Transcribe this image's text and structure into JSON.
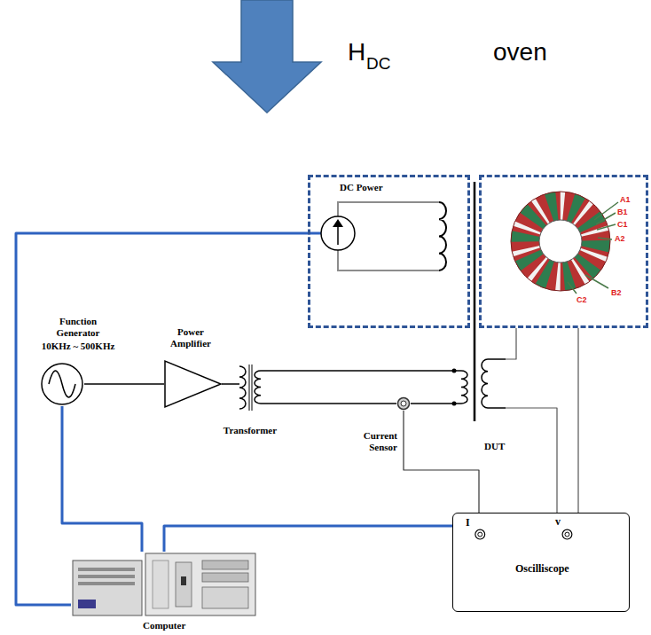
{
  "diagram": {
    "nodes": [
      {
        "text": [
          "DC Power"
        ]
      },
      {
        "text": [
          "oven"
        ]
      },
      {
        "text": [
          "Function Generator",
          "10KHz ~ 500KHz"
        ]
      },
      {
        "text": [
          "Power Amplifier"
        ]
      },
      {
        "text": [
          "Transformer"
        ]
      },
      {
        "text": [
          "Current Sensor"
        ]
      },
      {
        "text": [
          "DUT"
        ]
      },
      {
        "text": [
          "I",
          "v",
          "Oscilliscope"
        ]
      },
      {
        "text": [
          "Computer"
        ]
      }
    ],
    "edges": [
      {
        "from": 8,
        "to": 0,
        "arrow": "none"
      },
      {
        "from": 8,
        "to": 2,
        "arrow": "none"
      },
      {
        "from": 8,
        "to": 7,
        "arrow": "none"
      },
      {
        "from": 2,
        "to": 3,
        "arrow": "none"
      },
      {
        "from": 3,
        "to": 4,
        "arrow": "none"
      },
      {
        "from": 4,
        "to": 6,
        "arrow": "none"
      },
      {
        "from": 4,
        "to": 5,
        "arrow": "none"
      },
      {
        "from": 5,
        "to": 6,
        "arrow": "none"
      },
      {
        "from": 5,
        "to": 7,
        "arrow": "none"
      },
      {
        "from": 6,
        "to": 1,
        "arrow": "none"
      },
      {
        "from": 1,
        "to": 7,
        "arrow": "none"
      },
      {
        "from": 6,
        "to": 7,
        "arrow": "none"
      }
    ],
    "labels": [
      "H",
      "DC",
      "A1",
      "B1",
      "C1",
      "A2",
      "C2",
      "B2"
    ]
  }
}
